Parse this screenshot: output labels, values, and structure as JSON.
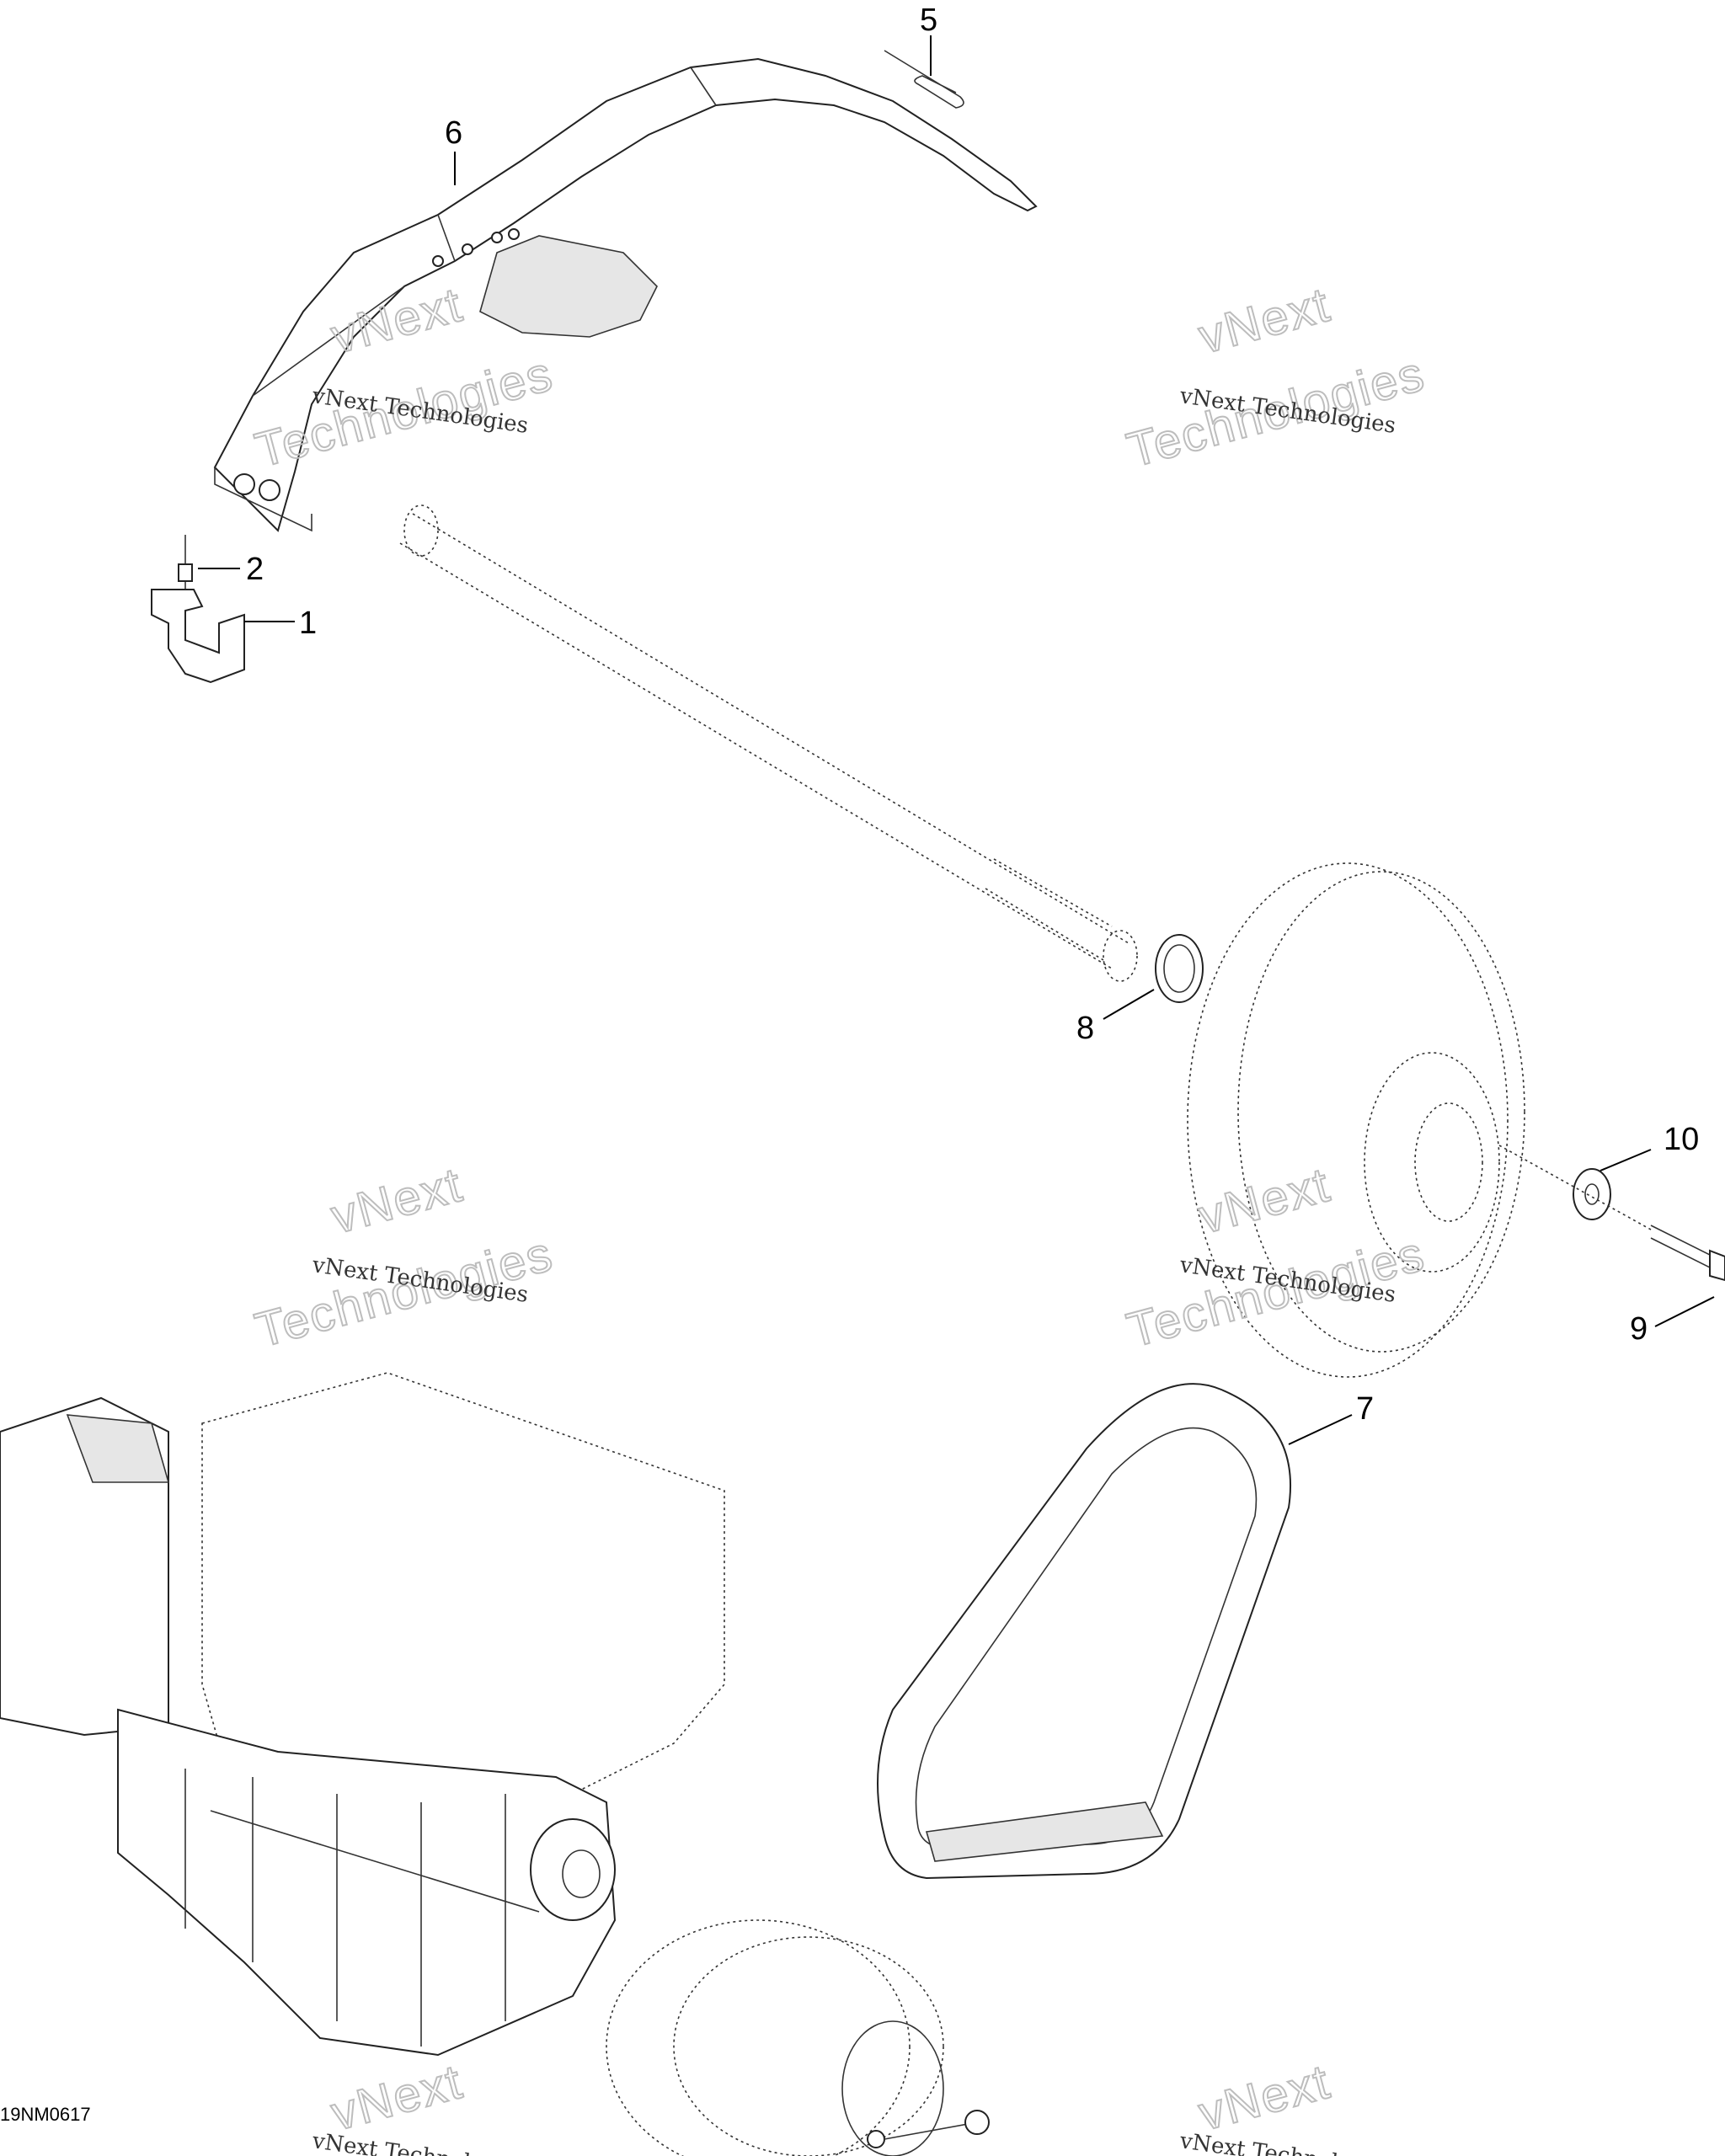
{
  "callouts": [
    {
      "id": "1",
      "text": "1"
    },
    {
      "id": "2",
      "text": "2"
    },
    {
      "id": "5",
      "text": "5"
    },
    {
      "id": "6",
      "text": "6"
    },
    {
      "id": "7",
      "text": "7"
    },
    {
      "id": "8",
      "text": "8"
    },
    {
      "id": "9",
      "text": "9"
    },
    {
      "id": "10",
      "text": "10"
    }
  ],
  "watermark": {
    "line_brand": "vNext Technologies",
    "line_top": "vNext",
    "line_bottom": "Technologies"
  },
  "reference_code": "19NM0617",
  "colors": {
    "background": "#ffffff",
    "line": "#222222",
    "watermark_outline": "#bdbdbd"
  }
}
